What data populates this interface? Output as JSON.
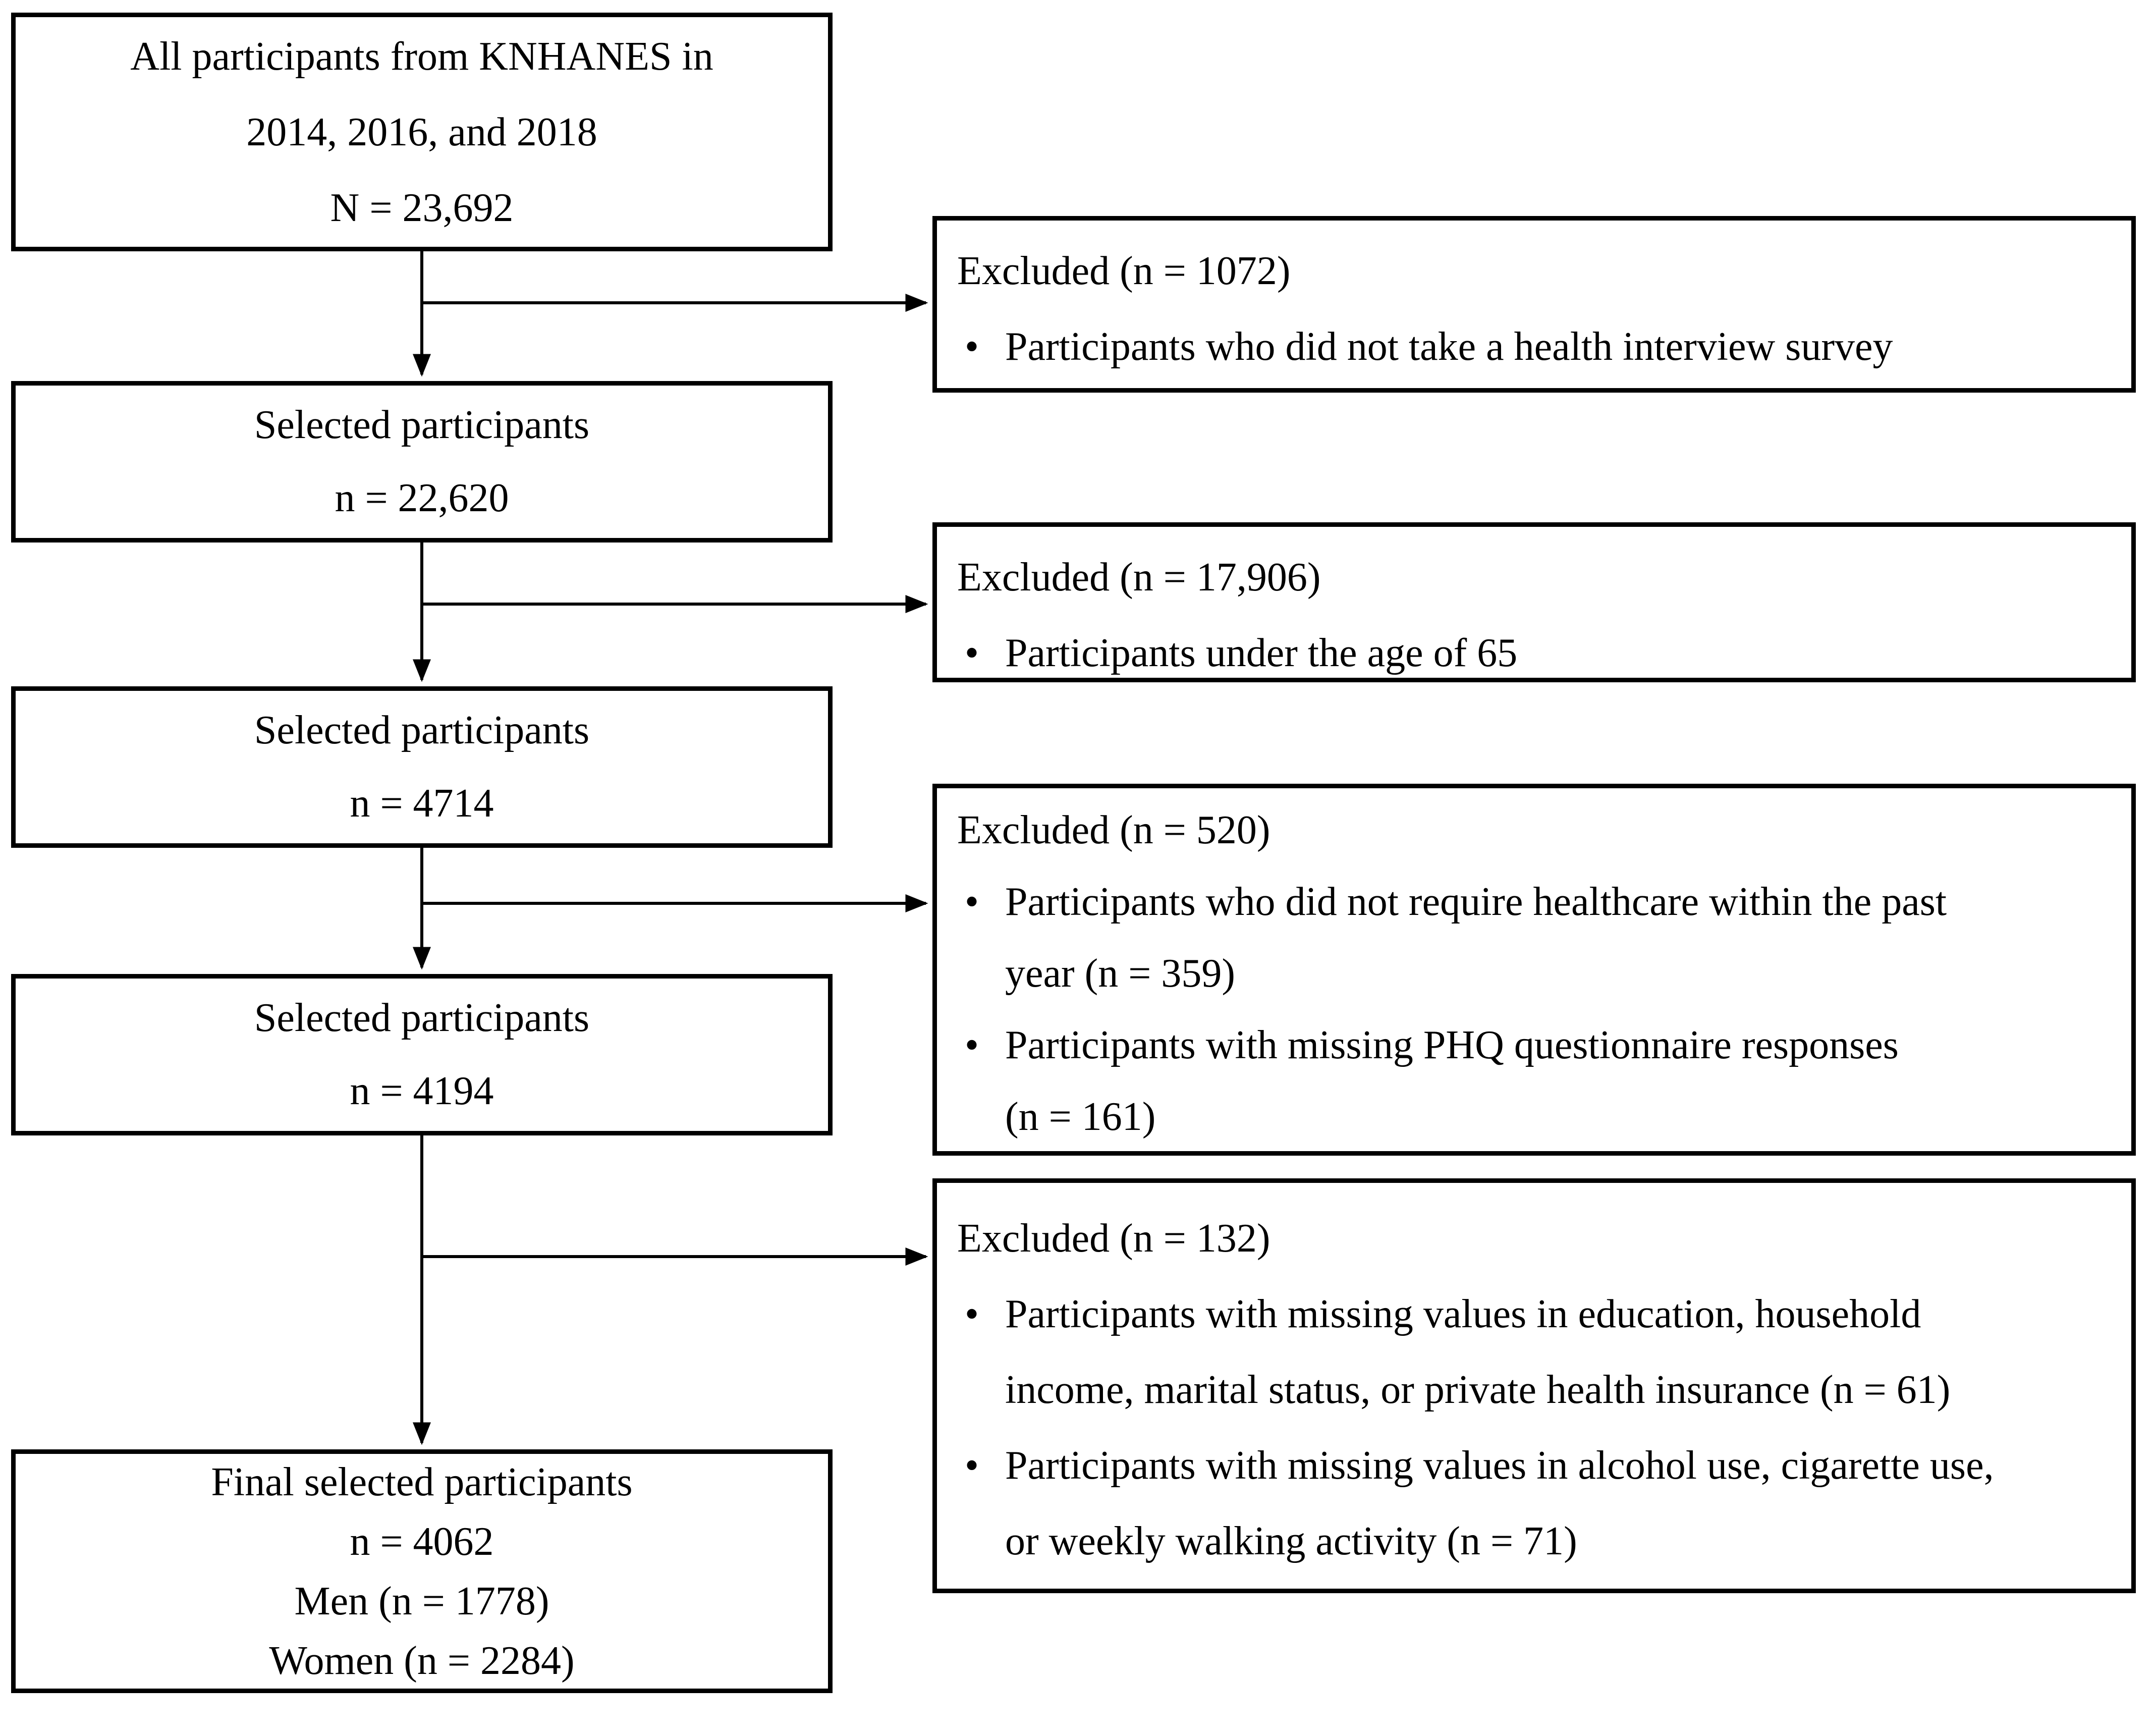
{
  "colors": {
    "line": "#000000",
    "text": "#000000",
    "background": "#ffffff"
  },
  "bullet_glyph": "•",
  "flow_boxes": [
    {
      "name": "all-participants",
      "lines": [
        "All participants from KNHANES in",
        "2014, 2016, and 2018",
        "N = 23,692"
      ]
    },
    {
      "name": "selected-participants-1",
      "lines": [
        "Selected participants",
        "n = 22,620"
      ]
    },
    {
      "name": "selected-participants-2",
      "lines": [
        "Selected participants",
        "n = 4714"
      ]
    },
    {
      "name": "selected-participants-3",
      "lines": [
        "Selected participants",
        "n = 4194"
      ]
    },
    {
      "name": "final-selected-participants",
      "lines": [
        "Final selected participants",
        "n = 4062",
        "Men (n = 1778)",
        "Women (n = 2284)"
      ]
    }
  ],
  "excluded_boxes": [
    {
      "title": "Excluded (n = 1072)",
      "bullets": [
        {
          "lines": [
            "Participants who did not take a health interview survey"
          ]
        }
      ]
    },
    {
      "title": "Excluded (n = 17,906)",
      "bullets": [
        {
          "lines": [
            "Participants under the age of 65"
          ]
        }
      ]
    },
    {
      "title": "Excluded (n = 520)",
      "bullets": [
        {
          "lines": [
            "Participants who did not require healthcare within the past",
            "year (n = 359)"
          ]
        },
        {
          "lines": [
            "Participants with missing PHQ questionnaire responses",
            "(n = 161)"
          ]
        }
      ]
    },
    {
      "title": "Excluded (n = 132)",
      "bullets": [
        {
          "lines": [
            "Participants with missing values in education, household",
            "income, marital status, or private health insurance (n = 61)"
          ]
        },
        {
          "lines": [
            "Participants with missing values in alcohol use, cigarette use,",
            "or weekly walking activity (n = 71)"
          ]
        }
      ]
    }
  ]
}
